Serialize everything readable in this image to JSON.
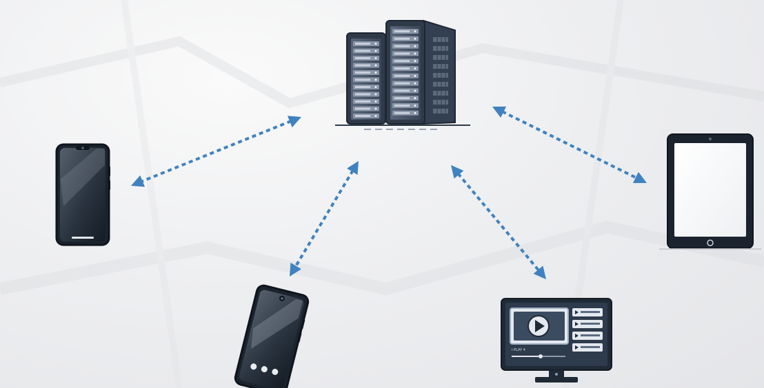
{
  "diagram": {
    "nodes": [
      {
        "id": "server",
        "kind": "server-rack",
        "icon": "server-icon"
      },
      {
        "id": "phone-left",
        "kind": "smartphone",
        "icon": "smartphone-icon"
      },
      {
        "id": "phone-bottom",
        "kind": "smartphone",
        "icon": "smartphone-tilted-icon"
      },
      {
        "id": "monitor",
        "kind": "desktop-monitor",
        "icon": "video-monitor-icon",
        "screen_text": "i-PLAY 4"
      },
      {
        "id": "tablet",
        "kind": "tablet",
        "icon": "tablet-icon"
      }
    ],
    "edges": [
      {
        "from": "server",
        "to": "phone-left",
        "style": "dashed",
        "direction": "bidirectional"
      },
      {
        "from": "server",
        "to": "phone-bottom",
        "style": "dashed",
        "direction": "bidirectional"
      },
      {
        "from": "server",
        "to": "monitor",
        "style": "dashed",
        "direction": "bidirectional"
      },
      {
        "from": "server",
        "to": "tablet",
        "style": "dashed",
        "direction": "bidirectional"
      }
    ]
  },
  "colors": {
    "arrow": "#3f82bf",
    "device_dark": "#1f2a36",
    "device_outline": "#2c3644",
    "server_body": "#3e4a5c",
    "server_light": "#8a96a8",
    "background": "#eeeff1"
  }
}
